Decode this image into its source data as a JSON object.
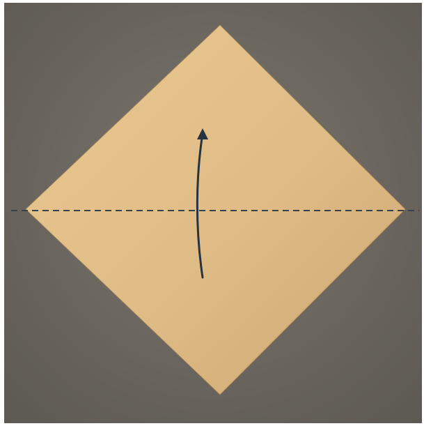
{
  "diagram": {
    "step": "valley-fold-bottom-corner-up",
    "colors": {
      "background_light": "#7b766d",
      "background_dark": "#5c5852",
      "paper_light": "#ebc792",
      "paper_mid": "#dfbb86",
      "paper_dark": "#cda672",
      "paper_edge": "#a8875b",
      "fold_line": "#36414a",
      "arrow": "#27333f",
      "frame": "#ffffff"
    },
    "fold_line_style": "dashed",
    "arrow_direction": "up"
  }
}
